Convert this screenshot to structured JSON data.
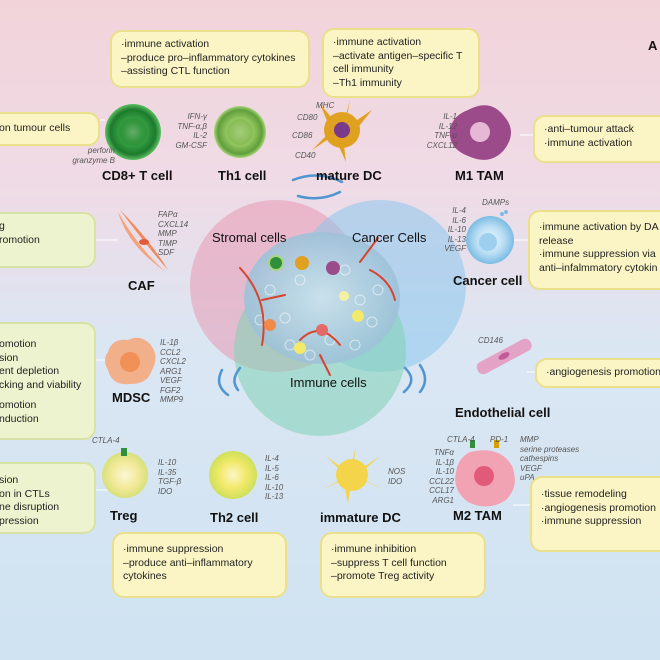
{
  "circles": {
    "stromal": "Stromal cells",
    "cancer": "Cancer Cells",
    "immune": "Immune cells"
  },
  "top_right_letter": "A",
  "cells": {
    "cd8": {
      "label": "CD8+ T cell",
      "markers": [
        "perforin",
        "granzyme B"
      ]
    },
    "th1": {
      "label": "Th1 cell",
      "markers": [
        "IFN-γ",
        "TNF-α,β",
        "IL-2",
        "GM-CSF"
      ]
    },
    "mdc": {
      "label": "mature DC",
      "markers": [
        "MHC",
        "CD80",
        "CD86",
        "CD40"
      ]
    },
    "m1": {
      "label": "M1 TAM",
      "markers": [
        "IL-1",
        "IL-12",
        "TNF-α",
        "CXCL12"
      ]
    },
    "caf": {
      "label": "CAF",
      "markers": [
        "FAPα",
        "CXCL14",
        "MMP",
        "TIMP",
        "SDF"
      ]
    },
    "cancer": {
      "label": "Cancer cell",
      "markers_top": "DAMPs",
      "markers": [
        "IL-4",
        "IL-6",
        "IL-10",
        "IL-13",
        "VEGF"
      ]
    },
    "mdsc": {
      "label": "MDSC",
      "markers": [
        "IL-1β",
        "CCL2",
        "CXCL2",
        "ARG1",
        "VEGF",
        "FGF2",
        "MMP9"
      ]
    },
    "endo": {
      "label": "Endothelial cell",
      "markers": [
        "CD146"
      ]
    },
    "treg": {
      "label": "Treg",
      "markers_top": "CTLA-4",
      "markers": [
        "IL-10",
        "IL-35",
        "TGF-β",
        "IDO"
      ]
    },
    "th2": {
      "label": "Th2 cell",
      "markers": [
        "IL-4",
        "IL-5",
        "IL-6",
        "IL-10",
        "IL-13"
      ]
    },
    "idc": {
      "label": "immature DC",
      "markers": [
        "NOS",
        "IDO"
      ]
    },
    "m2": {
      "label": "M2 TAM",
      "markers_ctla": "CTLA-4",
      "markers_pd1": "PD-1",
      "markers": [
        "TNFα",
        "IL-1β",
        "IL-10",
        "CCL22",
        "CCL17",
        "ARG1"
      ],
      "markers_right": [
        "MMP",
        "serine proteases",
        "cathespins",
        "VEGF",
        "uPA"
      ]
    }
  },
  "boxes": {
    "th1": [
      "·immune activation",
      "–produce pro–inflammatory cytokines",
      "–assisting CTL function"
    ],
    "mdc": [
      "·immune activation",
      "–activate antigen–specific T",
      "cell immunity",
      "–Th1 immunity"
    ],
    "cd8": [
      "on tumour cells"
    ],
    "m1": [
      "·anti–tumour attack",
      "·immune activation"
    ],
    "caf": [
      "g",
      "romotion",
      ""
    ],
    "cancer": [
      "·immune activation by DA",
      "release",
      "·immune suppression via",
      "anti–infalmmatory cytokin"
    ],
    "mdsc": [
      "omotion",
      "sion",
      "ent depletion",
      "cking and viability",
      "",
      "omotion",
      "nduction"
    ],
    "endo": [
      "·angiogenesis promotion"
    ],
    "treg": [
      "sion",
      "on in CTLs",
      "ne disruption",
      "pression"
    ],
    "th2": [
      "·immune suppression",
      "–produce anti–inflammatory",
      "cytokines"
    ],
    "idc": [
      "·immune inhibition",
      "–suppress T cell function",
      "–promote Treg activity"
    ],
    "m2": [
      "·tissue remodeling",
      "·angiogenesis promotion",
      "·immune suppression"
    ]
  },
  "colors": {
    "stromal_circle": "#e98aa6",
    "cancer_circle": "#8dc6ec",
    "immune_circle": "#7fd1b4",
    "box_fill": "#fbf5c6",
    "box_green": "#eef3cf",
    "arrow": "#4f95cf"
  }
}
